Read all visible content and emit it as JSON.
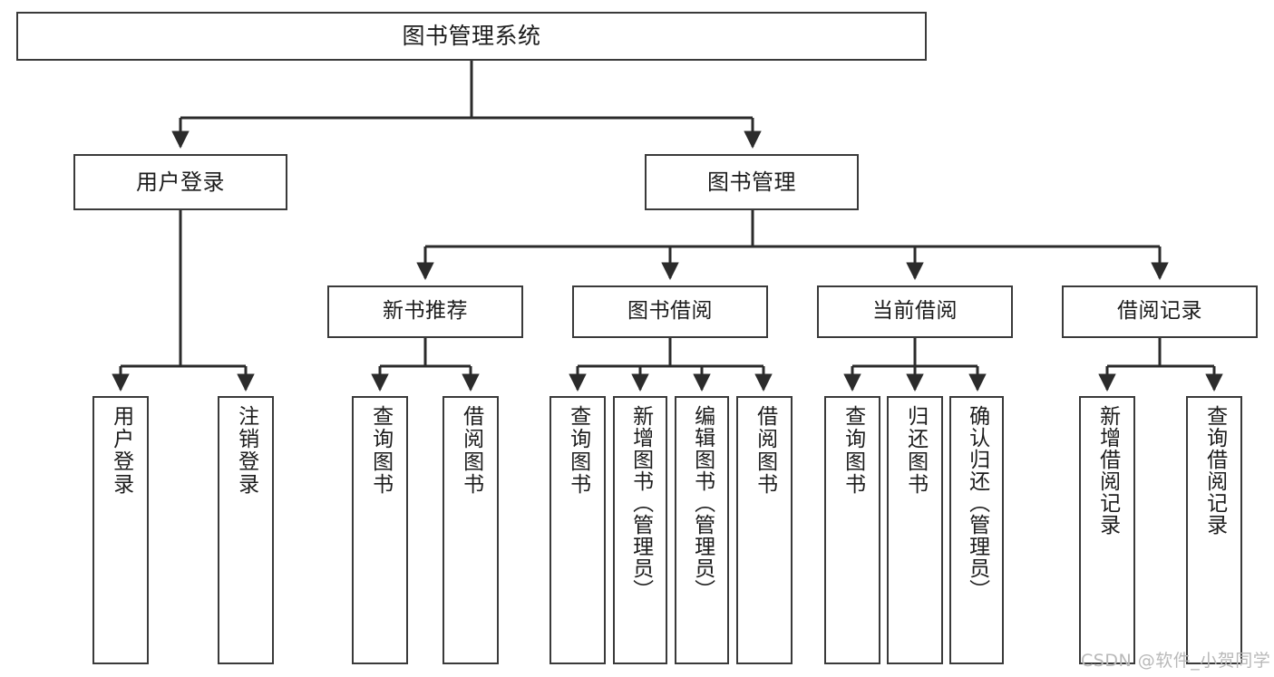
{
  "diagram": {
    "type": "tree-hierarchy",
    "title": "图书管理系统",
    "watermark": "CSDN @软件_小贺同学",
    "colors": {
      "box_border": "#3a3a3a",
      "box_fill": "#ffffff",
      "connector": "#2b2b2b",
      "text": "#1c1c1c",
      "watermark": "#b9b9b9",
      "background": "#ffffff"
    },
    "nodes": {
      "root": {
        "label": "图书管理系统"
      },
      "level2": [
        {
          "id": "user-login",
          "label": "用户登录"
        },
        {
          "id": "book-manage",
          "label": "图书管理"
        }
      ],
      "level3": [
        {
          "id": "new-book-recommend",
          "label": "新书推荐"
        },
        {
          "id": "book-borrow",
          "label": "图书借阅"
        },
        {
          "id": "current-borrow",
          "label": "当前借阅"
        },
        {
          "id": "borrow-record",
          "label": "借阅记录"
        }
      ],
      "leaves": {
        "user_login": [
          {
            "id": "leaf-user-login",
            "label": "用户登录"
          },
          {
            "id": "leaf-logout",
            "label": "注销登录"
          }
        ],
        "new_book_recommend": [
          {
            "id": "leaf-query-book-1",
            "label": "查询图书"
          },
          {
            "id": "leaf-borrow-book-1",
            "label": "借阅图书"
          }
        ],
        "book_borrow": [
          {
            "id": "leaf-query-book-2",
            "label": "查询图书"
          },
          {
            "id": "leaf-add-book",
            "label": "新增图书（管理员）"
          },
          {
            "id": "leaf-edit-book",
            "label": "编辑图书（管理员）"
          },
          {
            "id": "leaf-borrow-book-2",
            "label": "借阅图书"
          }
        ],
        "current_borrow": [
          {
            "id": "leaf-query-book-3",
            "label": "查询图书"
          },
          {
            "id": "leaf-return-book",
            "label": "归还图书"
          },
          {
            "id": "leaf-confirm-return",
            "label": "确认归还（管理员）"
          }
        ],
        "borrow_record": [
          {
            "id": "leaf-add-record",
            "label": "新增借阅记录"
          },
          {
            "id": "leaf-query-record",
            "label": "查询借阅记录"
          }
        ]
      }
    }
  }
}
